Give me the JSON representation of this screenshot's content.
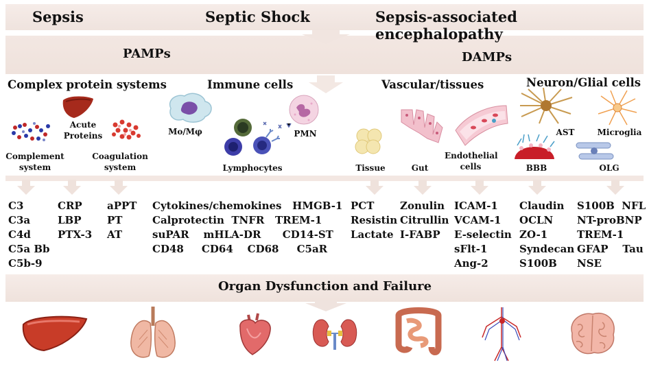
{
  "headers": {
    "sepsis": "Sepsis",
    "septic_shock": "Septic Shock",
    "sae": "Sepsis-associated encephalopathy"
  },
  "pamps": "PAMPs",
  "damps": "DAMPs",
  "sections": {
    "complex": "Complex protein systems",
    "immune": "Immune cells",
    "vascular": "Vascular/tissues",
    "neuron": "Neuron/Glial cells"
  },
  "labels": {
    "acute": "Acute\nProteins",
    "complement": "Complement\nsystem",
    "coagulation": "Coagulation\nsystem",
    "mo": "Mo/Mφ",
    "pmn": "PMN",
    "lymph": "Lymphocytes",
    "tissue": "Tissue",
    "gut": "Gut",
    "endo": "Endothelial\ncells",
    "ast": "AST",
    "microglia": "Microglia",
    "bbb": "BBB",
    "olg": "OLG"
  },
  "markers": {
    "complement": "C3\nC3a\nC4d\nC5a Bb\nC5b-9",
    "acute": "CRP\nLBP\nPTX-3",
    "coag": "aPPT\nPT\nAT",
    "immune": "Cytokines/chemokines   HMGB-1\nCalprotectin  TNFR   TREM-1\nsuPAR    mHLA-DR      CD14-ST\nCD48     CD64    CD68     C5aR",
    "tissue": "PCT\nResistin\nLactate",
    "gut": "Zonulin\nCitrullin\nI-FABP",
    "endo": "ICAM-1\nVCAM-1\nE-selectin\nsFlt-1\nAng-2",
    "neuron1": "Claudin\nOCLN\nZO-1\nSyndecan\nS100B",
    "neuron2": "S100B  NFL\nNT-proBNP\nTREM-1\nGFAP    Tau\nNSE"
  },
  "organ_title": "Organ Dysfunction and Failure",
  "organs": [
    "liver-icon",
    "lungs-icon",
    "heart-icon",
    "kidneys-icon",
    "intestine-icon",
    "vessels-icon",
    "brain-icon"
  ]
}
